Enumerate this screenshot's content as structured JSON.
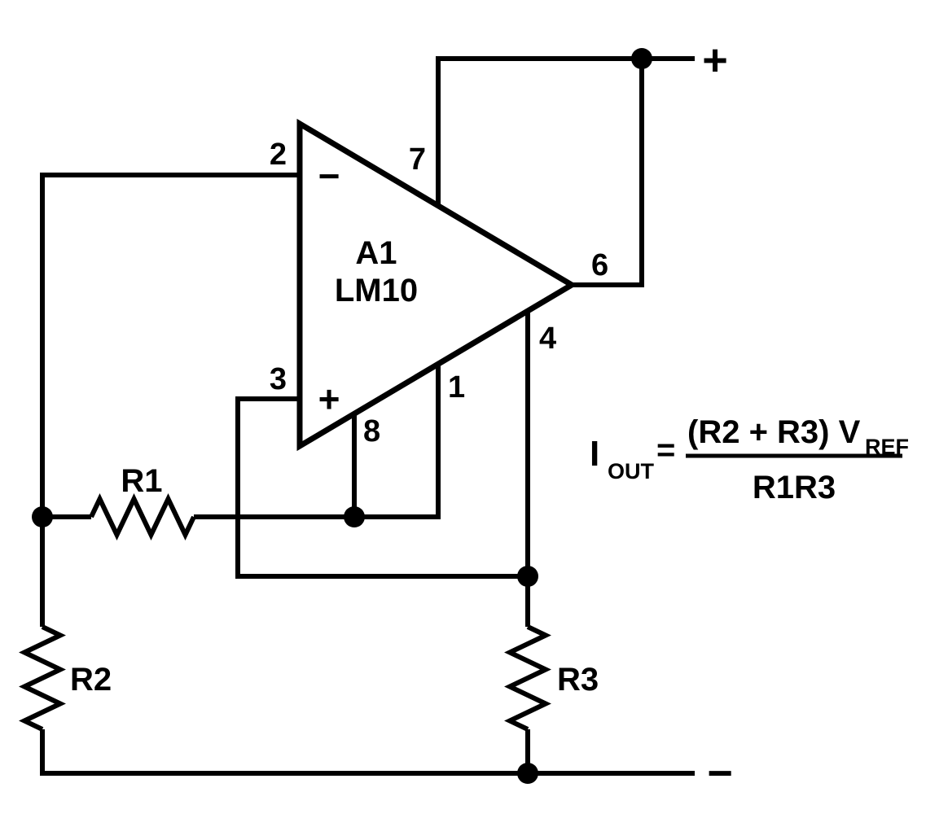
{
  "opamp": {
    "designator": "A1",
    "part": "LM10",
    "inverting_sign": "−",
    "noninverting_sign": "+"
  },
  "pins": {
    "pin1": "1",
    "pin2": "2",
    "pin3": "3",
    "pin4": "4",
    "pin6": "6",
    "pin7": "7",
    "pin8": "8"
  },
  "resistors": {
    "r1": "R1",
    "r2": "R2",
    "r3": "R3"
  },
  "supplies": {
    "positive": "+",
    "negative": "−"
  },
  "formula": {
    "lhs_base": "I",
    "lhs_sub": "OUT",
    "equals": "=",
    "numerator_base": "(R2 + R3) V",
    "numerator_sub": "REF",
    "denominator": "R1R3"
  },
  "colors": {
    "ink": "#000000",
    "background": "#ffffff"
  }
}
